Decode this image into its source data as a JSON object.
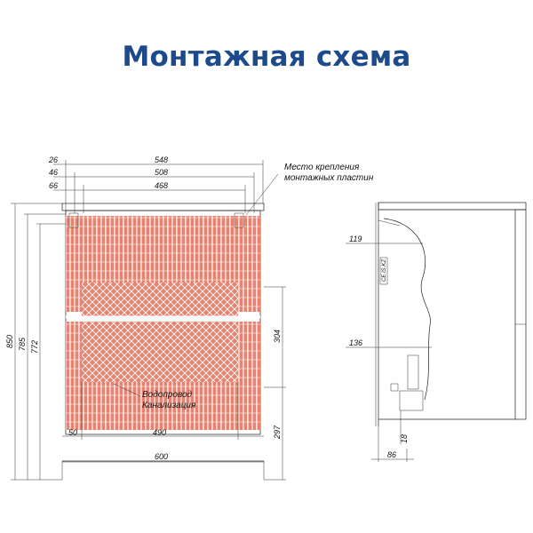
{
  "title": "Монтажная схема",
  "colors": {
    "title": "#1c4a8a",
    "drawer_fill": "#e8826f",
    "stripe": "#ffffff",
    "lines": "#222222"
  },
  "front": {
    "dims_top": [
      "26",
      "548",
      "46",
      "508",
      "66",
      "468"
    ],
    "dims_left": [
      "850",
      "785",
      "772"
    ],
    "dim_304": "304",
    "dim_297": "297",
    "dim_50": "50",
    "dim_490": "490",
    "dim_600": "600",
    "note_mount": [
      "Место крепления",
      "монтажных пластин"
    ],
    "note_pipes": [
      "Водопровод",
      "Канализация"
    ]
  },
  "side": {
    "dim_119": "119",
    "dim_136": "136",
    "dim_18": "18",
    "dim_86": "86",
    "label_box": "CE.IS.KZ"
  }
}
